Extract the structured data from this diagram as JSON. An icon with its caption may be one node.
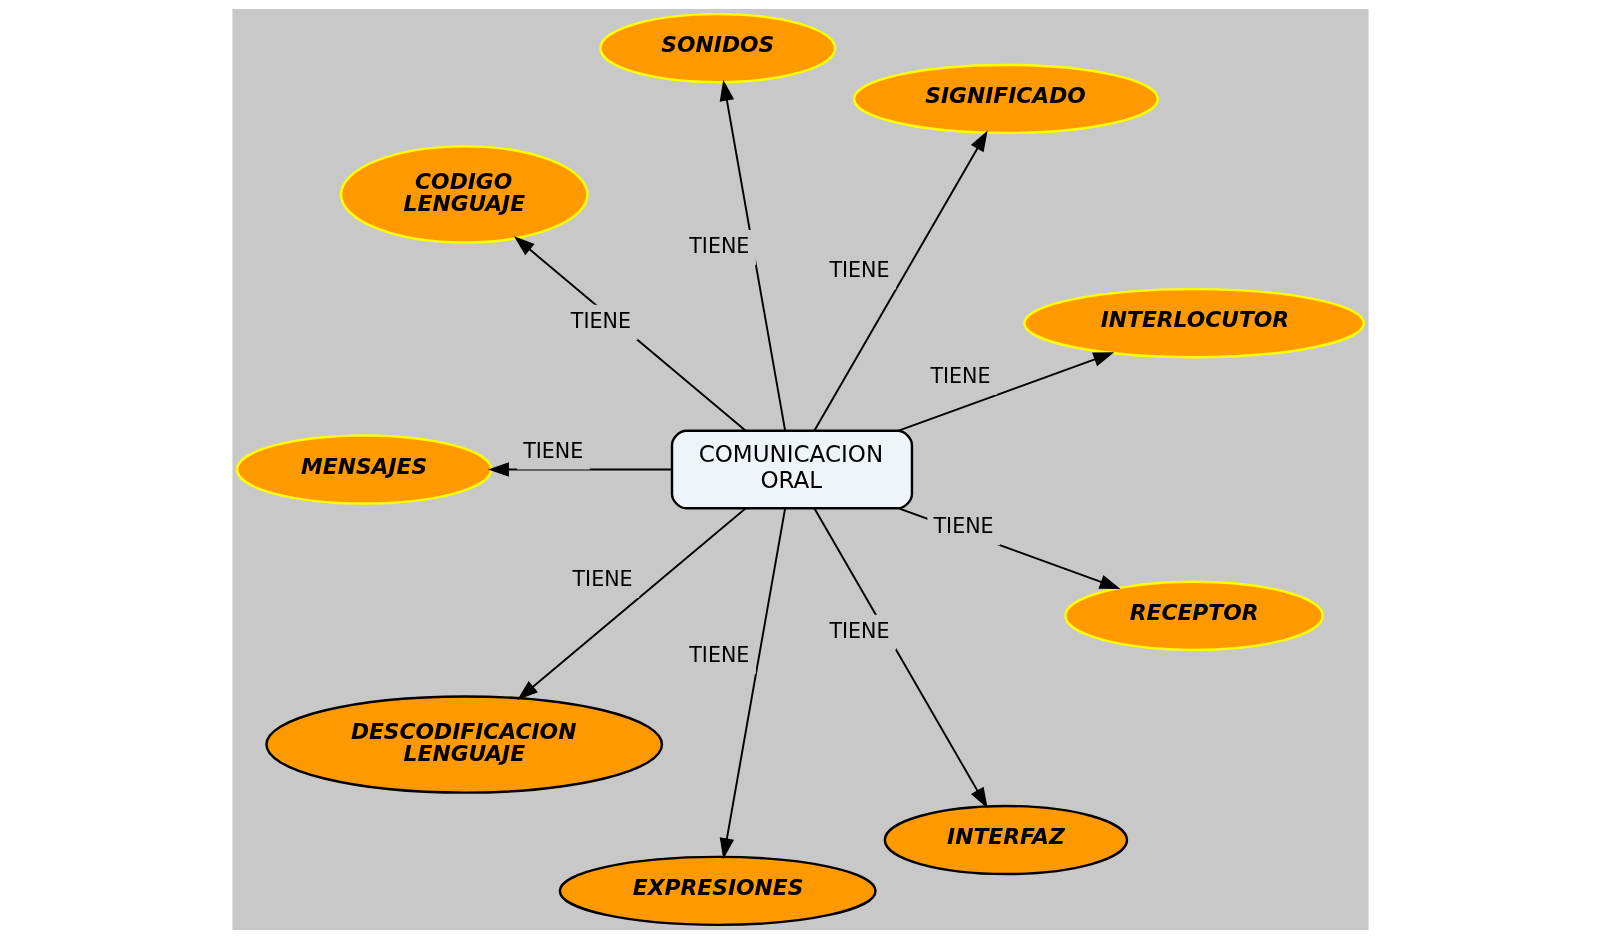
{
  "diagram": {
    "nodes": [
      {
        "text": [
          "SONIDOS"
        ]
      },
      {
        "text": [
          "SIGNIFICADO"
        ]
      },
      {
        "text": [
          "CODIGO LENGUAJE"
        ]
      },
      {
        "text": [
          "INTERLOCUTOR"
        ]
      },
      {
        "text": [
          "MENSAJES"
        ]
      },
      {
        "text": [
          "COMUNICACION ORAL"
        ]
      },
      {
        "text": [
          "RECEPTOR"
        ]
      },
      {
        "text": [
          "DESCODIFICACION LENGUAJE"
        ]
      },
      {
        "text": [
          "INTERFAZ"
        ]
      },
      {
        "text": [
          "EXPRESIONES"
        ]
      }
    ],
    "edges": [
      {
        "from": 5,
        "to": 0,
        "arrow": "to",
        "label": "TIENE"
      },
      {
        "from": 5,
        "to": 1,
        "arrow": "to",
        "label": "TIENE"
      },
      {
        "from": 5,
        "to": 3,
        "arrow": "to",
        "label": "TIENE"
      },
      {
        "from": 5,
        "to": 6,
        "arrow": "to",
        "label": "TIENE"
      },
      {
        "from": 5,
        "to": 8,
        "arrow": "to",
        "label": "TIENE"
      },
      {
        "from": 5,
        "to": 9,
        "arrow": "to",
        "label": "TIENE"
      },
      {
        "from": 5,
        "to": 7,
        "arrow": "to",
        "label": "TIENE"
      },
      {
        "from": 5,
        "to": 4,
        "arrow": "to",
        "label": "TIENE"
      },
      {
        "from": 5,
        "to": 2,
        "arrow": "to",
        "label": "TIENE"
      }
    ]
  }
}
